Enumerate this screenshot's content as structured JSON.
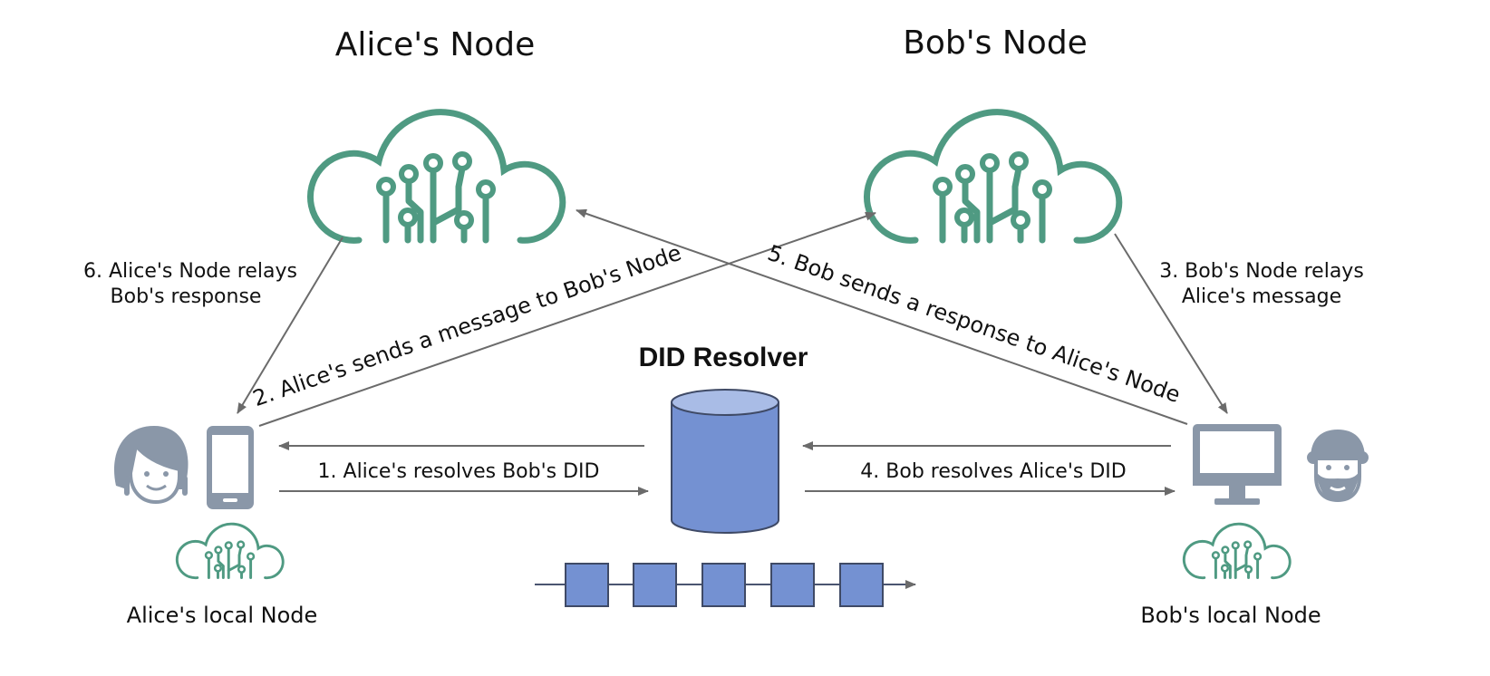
{
  "nodes": {
    "alice_title": "Alice's Node",
    "bob_title": "Bob's Node",
    "alice_local": "Alice's local Node",
    "bob_local": "Bob's local Node"
  },
  "resolver": {
    "title": "DID Resolver"
  },
  "steps": {
    "step1": "1. Alice's resolves Bob's DID",
    "step2": "2. Alice's sends a message to Bob's Node",
    "step3_line1": "3. Bob's Node relays",
    "step3_line2": "Alice's message",
    "step4": "4. Bob resolves Alice's DID",
    "step5": "5. Bob sends a response to Alice's Node",
    "step6_line1": "6. Alice's Node relays",
    "step6_line2": "Bob's response"
  },
  "colors": {
    "cloud": "#4f9a82",
    "device": "#8a97a8",
    "database": "#7491d2",
    "database_top": "#a9bce6",
    "arrow": "#6b6b6b"
  },
  "icons": [
    "cloud-circuit-icon",
    "smartphone-icon",
    "desktop-monitor-icon",
    "woman-avatar-icon",
    "man-avatar-icon",
    "database-icon",
    "blockchain-blocks-icon"
  ]
}
